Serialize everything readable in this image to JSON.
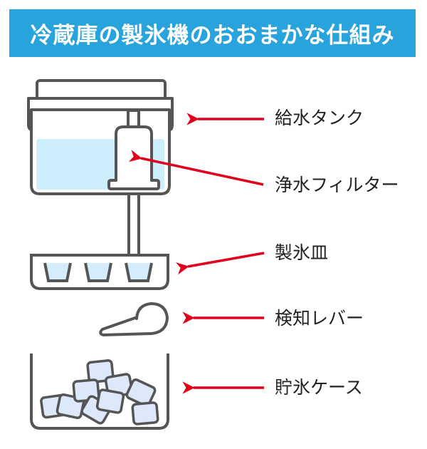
{
  "title": "冷蔵庫の製氷機のおおまかな仕組み",
  "colors": {
    "banner": "#29a3dc",
    "outline": "#555555",
    "water": "#cdeffc",
    "ice": "#dde8fb",
    "arrow": "#e0001b"
  },
  "labels": [
    {
      "id": "water-tank",
      "text": "給水タンク"
    },
    {
      "id": "water-filter",
      "text": "浄水フィルター"
    },
    {
      "id": "ice-tray",
      "text": "製氷皿"
    },
    {
      "id": "detection-lever",
      "text": "検知レバー"
    },
    {
      "id": "ice-storage-case",
      "text": "貯氷ケース"
    }
  ]
}
